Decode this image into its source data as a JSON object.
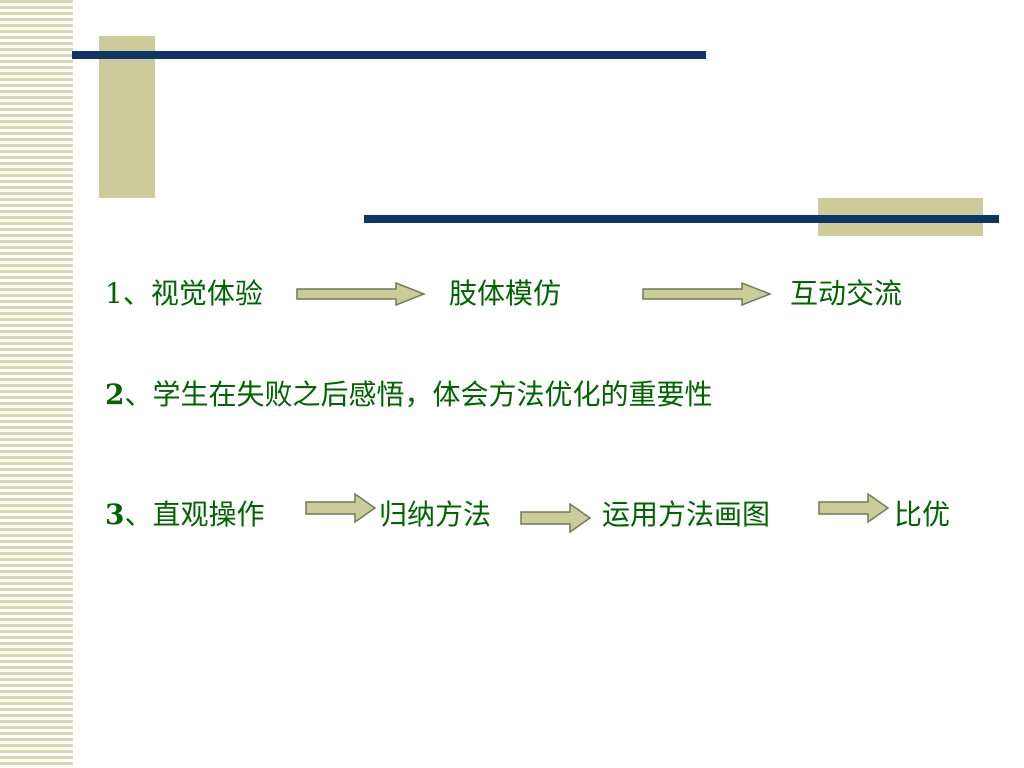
{
  "colors": {
    "text": "#006400",
    "navy_bar": "#0f3566",
    "tan_block": "#cdcb9a",
    "stripe": "#d9d8ae",
    "arrow_fill": "#cccc99",
    "arrow_stroke": "#6b7d5a"
  },
  "line1": {
    "prefix": "1、视觉体验",
    "step2": "肢体模仿",
    "step3": "互动交流"
  },
  "line2": {
    "number": "2",
    "text": "、学生在失败之后感悟，体会方法优化的重要性"
  },
  "line3": {
    "number": "3",
    "step1": "、直观操作",
    "step2": "归纳方法",
    "step3": "运用方法画图",
    "step4": "比优"
  },
  "icons": {
    "arrow": "right-arrow-icon"
  }
}
